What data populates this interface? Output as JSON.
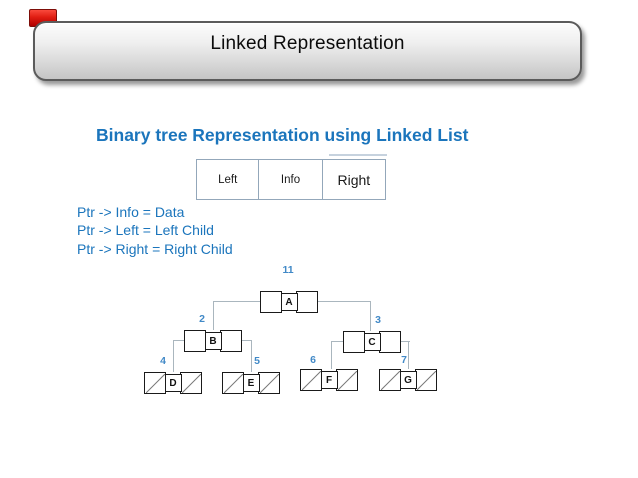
{
  "slide": {
    "title": "Linked Representation",
    "heading": "Binary tree Representation using Linked List",
    "node_struct": {
      "left": "Left",
      "info": "Info",
      "right": "Right"
    },
    "pointer_lines": [
      "Ptr -> Info = Data",
      "Ptr -> Left = Left Child",
      "Ptr -> Right = Right Child"
    ],
    "tree": {
      "nodes": [
        {
          "letter": "A",
          "index": "11"
        },
        {
          "letter": "B",
          "index": "2"
        },
        {
          "letter": "C",
          "index": "3"
        },
        {
          "letter": "D",
          "index": "4"
        },
        {
          "letter": "E",
          "index": "5"
        },
        {
          "letter": "F",
          "index": "6"
        },
        {
          "letter": "G",
          "index": "7"
        }
      ]
    },
    "colors": {
      "text_blue": "#1b75bc",
      "index_label_blue": "#4189c7",
      "connector_gray": "#aab6be",
      "struct_border": "#93a7ba",
      "red_marker": "#e01d12"
    }
  }
}
